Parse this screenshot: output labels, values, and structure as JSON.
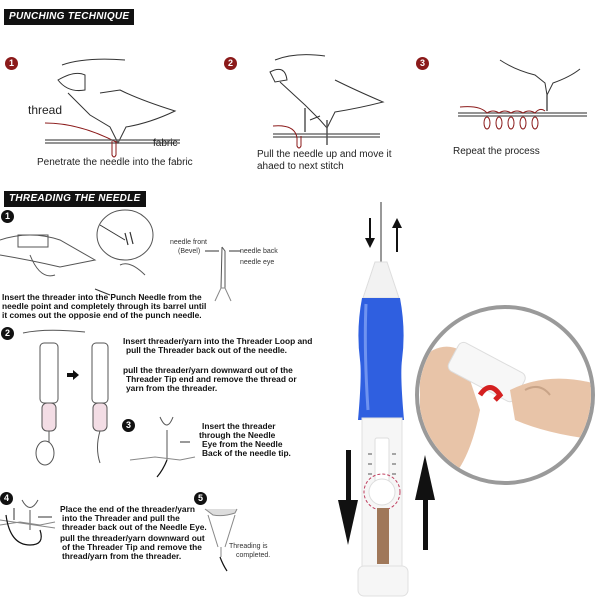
{
  "punching": {
    "title": "PUNCHING TECHNIQUE",
    "steps": [
      {
        "num": "1",
        "caption": "Penetrate the needle into the  fabric",
        "label_thread": "thread",
        "label_fabric": "fabric"
      },
      {
        "num": "2",
        "caption_line1": "Pull the needle up and move it",
        "caption_line2": "ahaed to next stitch"
      },
      {
        "num": "3",
        "caption": "Repeat the process"
      }
    ]
  },
  "threading": {
    "title": "THREADING THE NEEDLE",
    "step1": {
      "num": "1",
      "text_line1": "Insert the threader into the Punch Needle from the",
      "text_line2": "needle point and completely through its barrel until",
      "text_line3": "it comes out the opposie end of the punch needle.",
      "diagram_labels": {
        "needle_front": "needle front",
        "bevel": "(Bevel)",
        "needle_back": "needle back",
        "needle_eye": "needle eye"
      }
    },
    "step2": {
      "num": "2",
      "bullet1_line1": "Insert threader/yarn into the Threader Loop and",
      "bullet1_line2": "pull the Threader back out of the needle.",
      "bullet2_line1": "pull the  threader/yarn downward out of the",
      "bullet2_line2": "Threader Tip end and remove the thread or",
      "bullet2_line3": "yarn from the threader."
    },
    "step3": {
      "num": "3",
      "line1": "Insert the threader",
      "line2": "through the Needle",
      "line3": "Eye from the Needle",
      "line4": "Back of the needle tip."
    },
    "step4": {
      "num": "4",
      "bullet1_line1": "Place the end of the threader/yarn",
      "bullet1_line2": "into the Threader and pull the",
      "bullet1_line3": "threader back out of the Needle Eye.",
      "bullet2_line1": "pull the  threader/yarn downward out",
      "bullet2_line2": "of the Threader Tip and remove the",
      "bullet2_line3": "thread/yarn from the threader."
    },
    "step5": {
      "num": "5",
      "line1": "Threading is",
      "line2": "completed."
    }
  },
  "product": {
    "colors": {
      "grip_blue": "#2f5fe0",
      "body_white": "#f4f4f4",
      "slider_brown": "#a0785a",
      "inset_ring": "#9a9a9a",
      "accent_red": "#d42020",
      "badge_red": "#8b1a1a"
    }
  }
}
